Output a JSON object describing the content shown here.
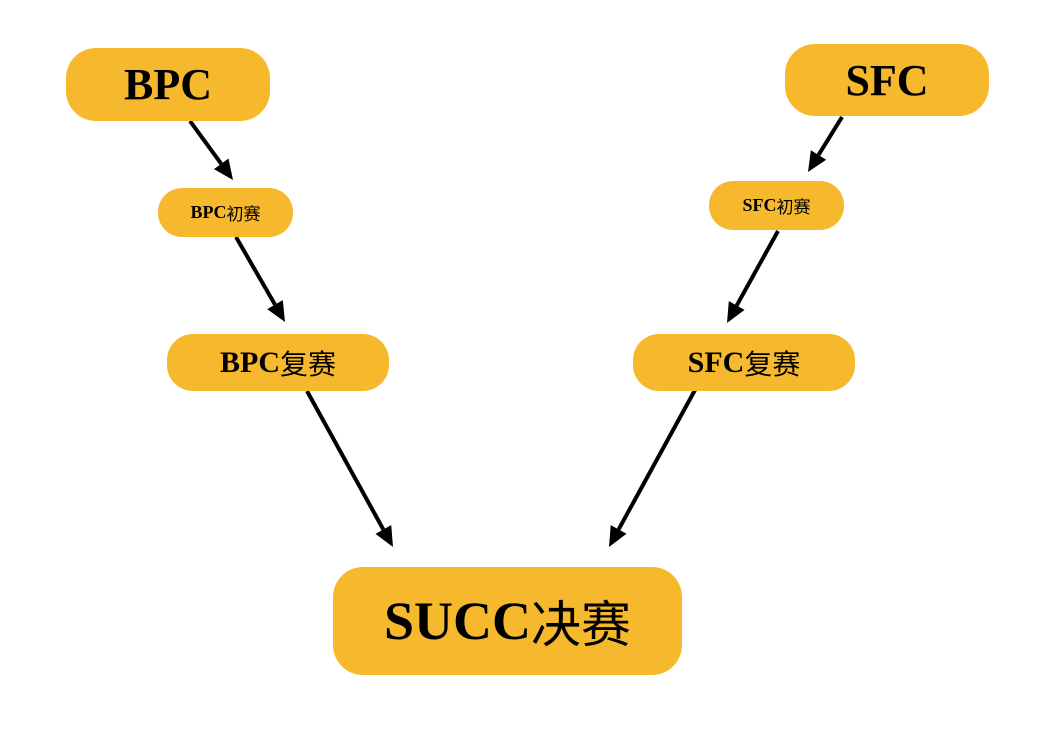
{
  "diagram": {
    "type": "flowchart",
    "node_color": "#f6b82c",
    "edge_color": "#000000",
    "nodes": [
      {
        "id": "bpc",
        "latin": "BPC",
        "cjk": ""
      },
      {
        "id": "sfc",
        "latin": "SFC",
        "cjk": ""
      },
      {
        "id": "bpc_prelim",
        "latin": "BPC",
        "cjk": "初赛"
      },
      {
        "id": "sfc_prelim",
        "latin": "SFC",
        "cjk": "初赛"
      },
      {
        "id": "bpc_semi",
        "latin": "BPC",
        "cjk": "复赛"
      },
      {
        "id": "sfc_semi",
        "latin": "SFC",
        "cjk": "复赛"
      },
      {
        "id": "succ_final",
        "latin": "SUCC",
        "cjk": "决赛"
      }
    ],
    "edges": [
      {
        "from": "bpc",
        "to": "bpc_prelim"
      },
      {
        "from": "bpc_prelim",
        "to": "bpc_semi"
      },
      {
        "from": "bpc_semi",
        "to": "succ_final"
      },
      {
        "from": "sfc",
        "to": "sfc_prelim"
      },
      {
        "from": "sfc_prelim",
        "to": "sfc_semi"
      },
      {
        "from": "sfc_semi",
        "to": "succ_final"
      }
    ]
  }
}
